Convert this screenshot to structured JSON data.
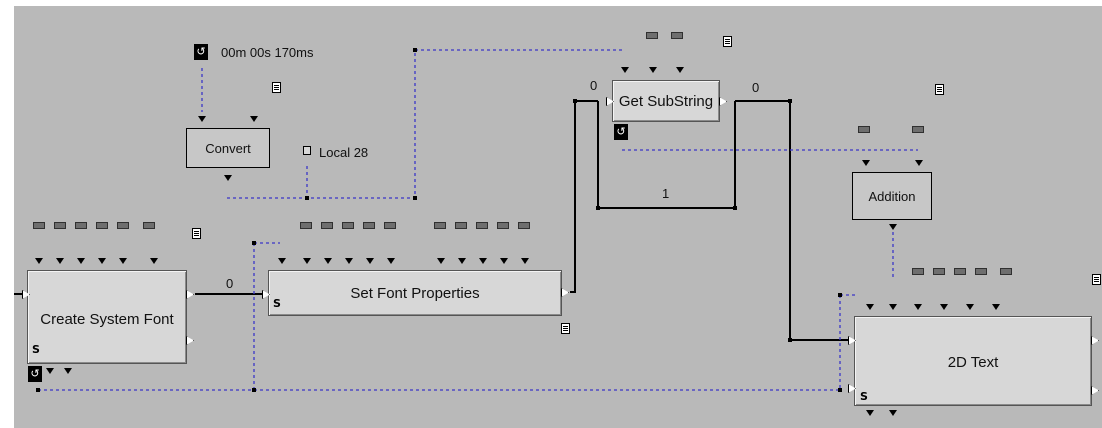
{
  "blocks": {
    "convert": "Convert",
    "create_system_font": "Create System Font",
    "set_font_properties": "Set Font Properties",
    "get_substring": "Get SubString",
    "addition": "Addition",
    "text_2d": "2D Text"
  },
  "labels": {
    "timer": "00m 00s 170ms",
    "local": "Local 28",
    "wire_0_a": "0",
    "wire_0_b": "0",
    "wire_0_c": "0",
    "wire_1": "1"
  },
  "flags": {
    "s": "S"
  }
}
